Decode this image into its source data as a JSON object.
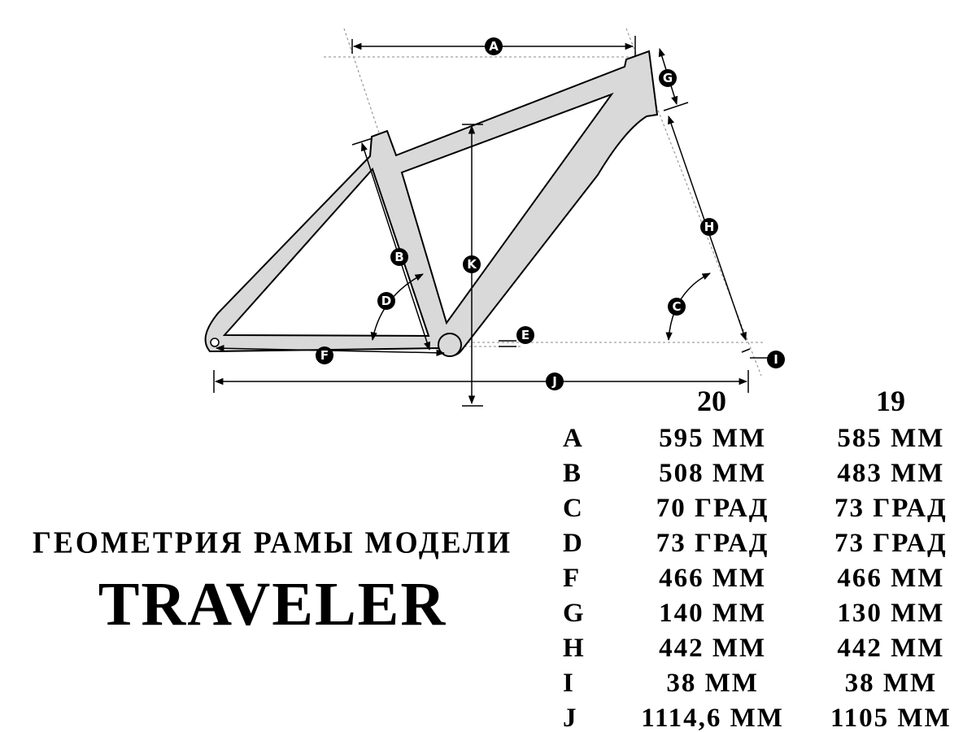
{
  "diagram": {
    "labels": [
      "A",
      "B",
      "C",
      "D",
      "E",
      "F",
      "G",
      "H",
      "I",
      "J",
      "K"
    ],
    "frame_color": "#d9d9d9"
  },
  "title": {
    "line1": "ГЕОМЕТРИЯ РАМЫ МОДЕЛИ",
    "line2": "TRAVELER"
  },
  "table": {
    "headers": [
      "20",
      "19"
    ],
    "rows": [
      {
        "key": "A",
        "s20": "595  ММ",
        "s19": "585  ММ"
      },
      {
        "key": "B",
        "s20": "508  ММ",
        "s19": "483  ММ"
      },
      {
        "key": "C",
        "s20": "70  ГРАД",
        "s19": "73  ГРАД"
      },
      {
        "key": "D",
        "s20": "73  ГРАД",
        "s19": "73  ГРАД"
      },
      {
        "key": "F",
        "s20": "466  ММ",
        "s19": "466  ММ"
      },
      {
        "key": "G",
        "s20": "140  ММ",
        "s19": "130  ММ"
      },
      {
        "key": "H",
        "s20": "442  ММ",
        "s19": "442  ММ"
      },
      {
        "key": "I",
        "s20": "38  ММ",
        "s19": "38  ММ"
      },
      {
        "key": "J",
        "s20": "1114,6  ММ",
        "s19": "1105  ММ"
      }
    ]
  }
}
